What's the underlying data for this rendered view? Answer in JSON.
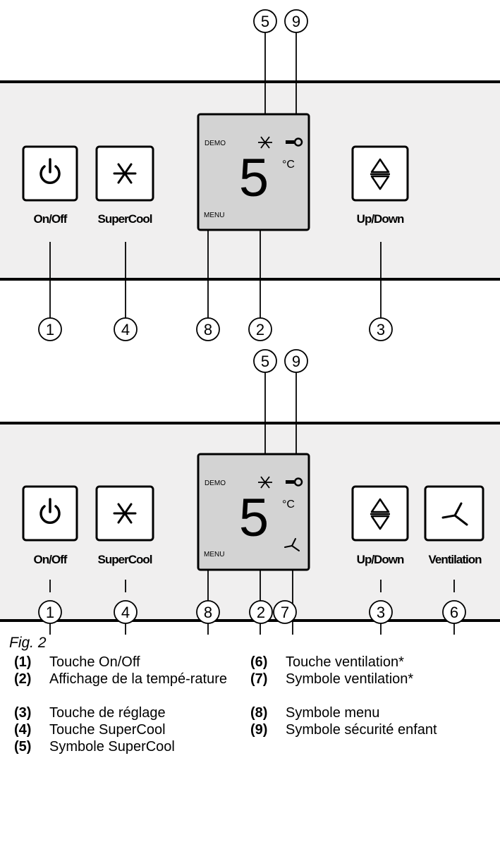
{
  "panels": [
    {
      "buttons": [
        {
          "key": "power",
          "label": "On/Off"
        },
        {
          "key": "supercool",
          "label": "SuperCool"
        },
        {
          "key": "updown",
          "label": "Up/Down"
        }
      ],
      "display": {
        "demo": "DEMO",
        "menu": "MENU",
        "temp": "5",
        "unit": "°C"
      },
      "callouts": {
        "top": [
          "5",
          "9"
        ],
        "bottom": [
          "1",
          "4",
          "8",
          "2",
          "3"
        ]
      }
    },
    {
      "buttons": [
        {
          "key": "power",
          "label": "On/Off"
        },
        {
          "key": "supercool",
          "label": "SuperCool"
        },
        {
          "key": "updown",
          "label": "Up/Down"
        },
        {
          "key": "ventilation",
          "label": "Ventilation"
        }
      ],
      "display": {
        "demo": "DEMO",
        "menu": "MENU",
        "temp": "5",
        "unit": "°C"
      },
      "callouts": {
        "top": [
          "5",
          "9"
        ],
        "bottom": [
          "1",
          "4",
          "8",
          "2",
          "7",
          "3",
          "6"
        ]
      }
    }
  ],
  "caption": "Fig. 2",
  "legend": {
    "left": [
      {
        "num": "(1)",
        "text": "Touche On/Off"
      },
      {
        "num": "(2)",
        "text": "Affichage de la tempé-rature"
      },
      {
        "num": "(3)",
        "text": "Touche de réglage"
      },
      {
        "num": "(4)",
        "text": "Touche SuperCool"
      },
      {
        "num": "(5)",
        "text": "Symbole SuperCool"
      }
    ],
    "right": [
      {
        "num": "(6)",
        "text": "Touche ventilation*"
      },
      {
        "num": "(7)",
        "text": "Symbole ventilation*"
      },
      {
        "num": "(8)",
        "text": "Symbole menu"
      },
      {
        "num": "(9)",
        "text": "Symbole sécurité enfant"
      }
    ]
  }
}
